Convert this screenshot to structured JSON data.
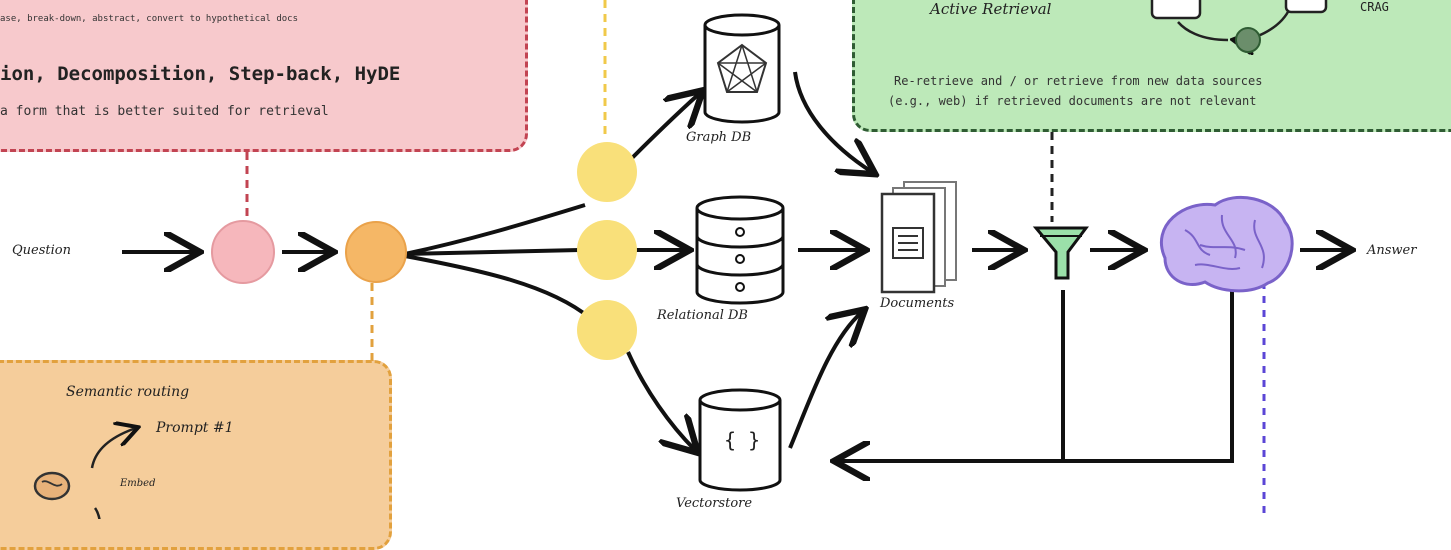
{
  "query_translation": {
    "line1": "ase, break-down, abstract, convert to hypothetical docs",
    "line2": "ion, Decomposition, Step-back, HyDE",
    "line3": "a form that is better suited for retrieval"
  },
  "active_retrieval": {
    "title": "Active Retrieval",
    "tag": "CRAG",
    "desc_line1": "Re-retrieve and / or retrieve from new data sources",
    "desc_line2": "(e.g., web) if retrieved documents are not relevant"
  },
  "routing": {
    "title": "Semantic routing",
    "prompt_label": "Prompt #1",
    "embed_label": "Embed"
  },
  "flow": {
    "question": "Question",
    "answer": "Answer",
    "documents": "Documents"
  },
  "stores": {
    "graph": "Graph DB",
    "relational": "Relational DB",
    "vector": "Vectorstore",
    "vector_symbol": "{ }"
  },
  "colors": {
    "pink_fill": "#f7c9cc",
    "green_fill": "#bde9b9",
    "orange_fill": "#f5cd9b",
    "yellow_node": "#f9e07a",
    "orange_node": "#f5b766",
    "pink_node": "#f6b7bc",
    "brain": "#c7b4f2"
  }
}
